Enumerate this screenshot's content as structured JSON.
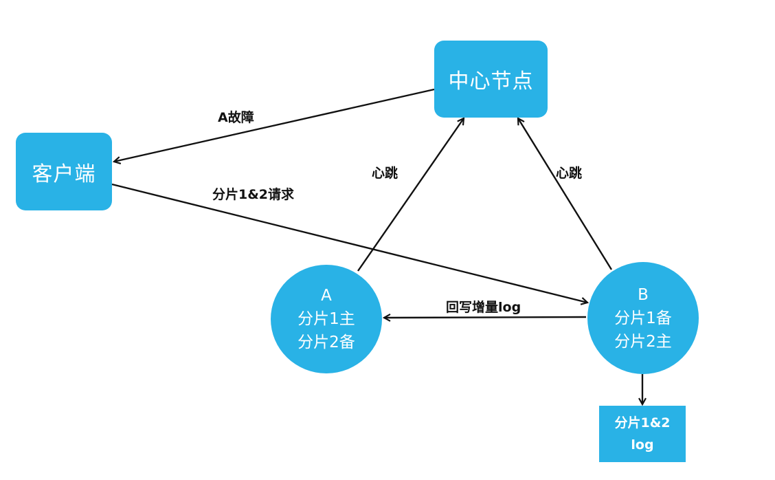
{
  "nodes": {
    "center": {
      "label": "中心节点"
    },
    "client": {
      "label": "客户端"
    },
    "a": {
      "lines": [
        "A",
        "分片1主",
        "分片2备"
      ]
    },
    "b": {
      "lines": [
        "B",
        "分片1备",
        "分片2主"
      ]
    },
    "log": {
      "lines": [
        "分片1&2",
        "log"
      ]
    }
  },
  "edges": {
    "fault": "A故障",
    "request": "分片1&2请求",
    "heartbeat_a": "心跳",
    "heartbeat_b": "心跳",
    "writeback": "回写增量log"
  },
  "colors": {
    "node_fill": "#29b2e6",
    "arrow": "#111111"
  }
}
